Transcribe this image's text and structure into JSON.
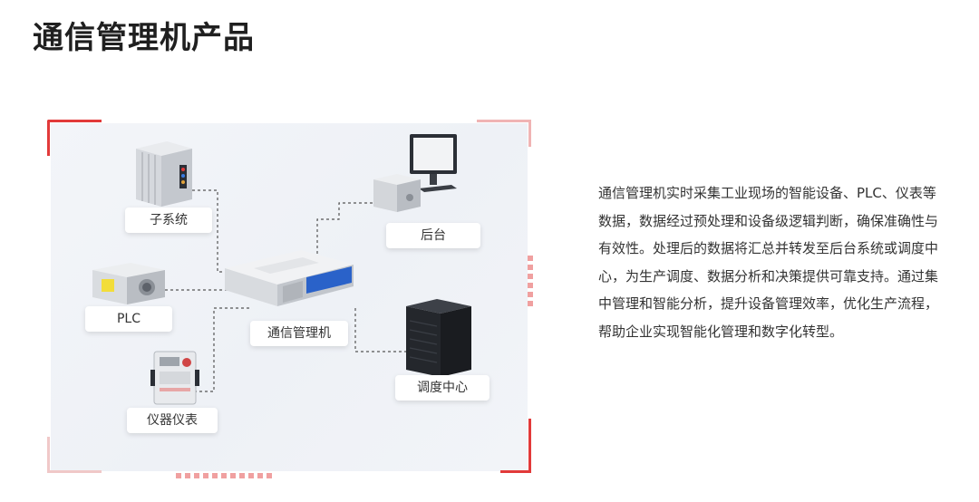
{
  "page": {
    "title": "通信管理机产品"
  },
  "diagram": {
    "nodes": {
      "subsystem": "子系统",
      "plc": "PLC",
      "instrument": "仪器仪表",
      "gateway": "通信管理机",
      "backend": "后台",
      "dispatch": "调度中心"
    },
    "accent_color": "#e23a3a"
  },
  "description": {
    "text": "通信管理机实时采集工业现场的智能设备、PLC、仪表等数据，数据经过预处理和设备级逻辑判断，确保准确性与有效性。处理后的数据将汇总并转发至后台系统或调度中心，为生产调度、数据分析和决策提供可靠支持。通过集中管理和智能分析，提升设备管理效率，优化生产流程，帮助企业实现智能化管理和数字化转型。"
  }
}
